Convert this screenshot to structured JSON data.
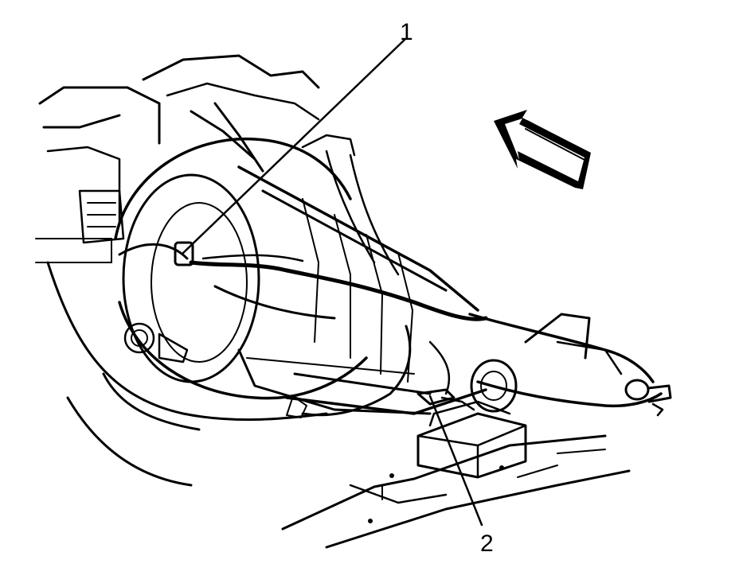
{
  "callouts": [
    {
      "id": "1",
      "label": "1"
    },
    {
      "id": "2",
      "label": "2"
    }
  ],
  "icons": {
    "direction": "front-direction-arrow-icon"
  },
  "colors": {
    "ink": "#000000",
    "paper": "#ffffff"
  }
}
